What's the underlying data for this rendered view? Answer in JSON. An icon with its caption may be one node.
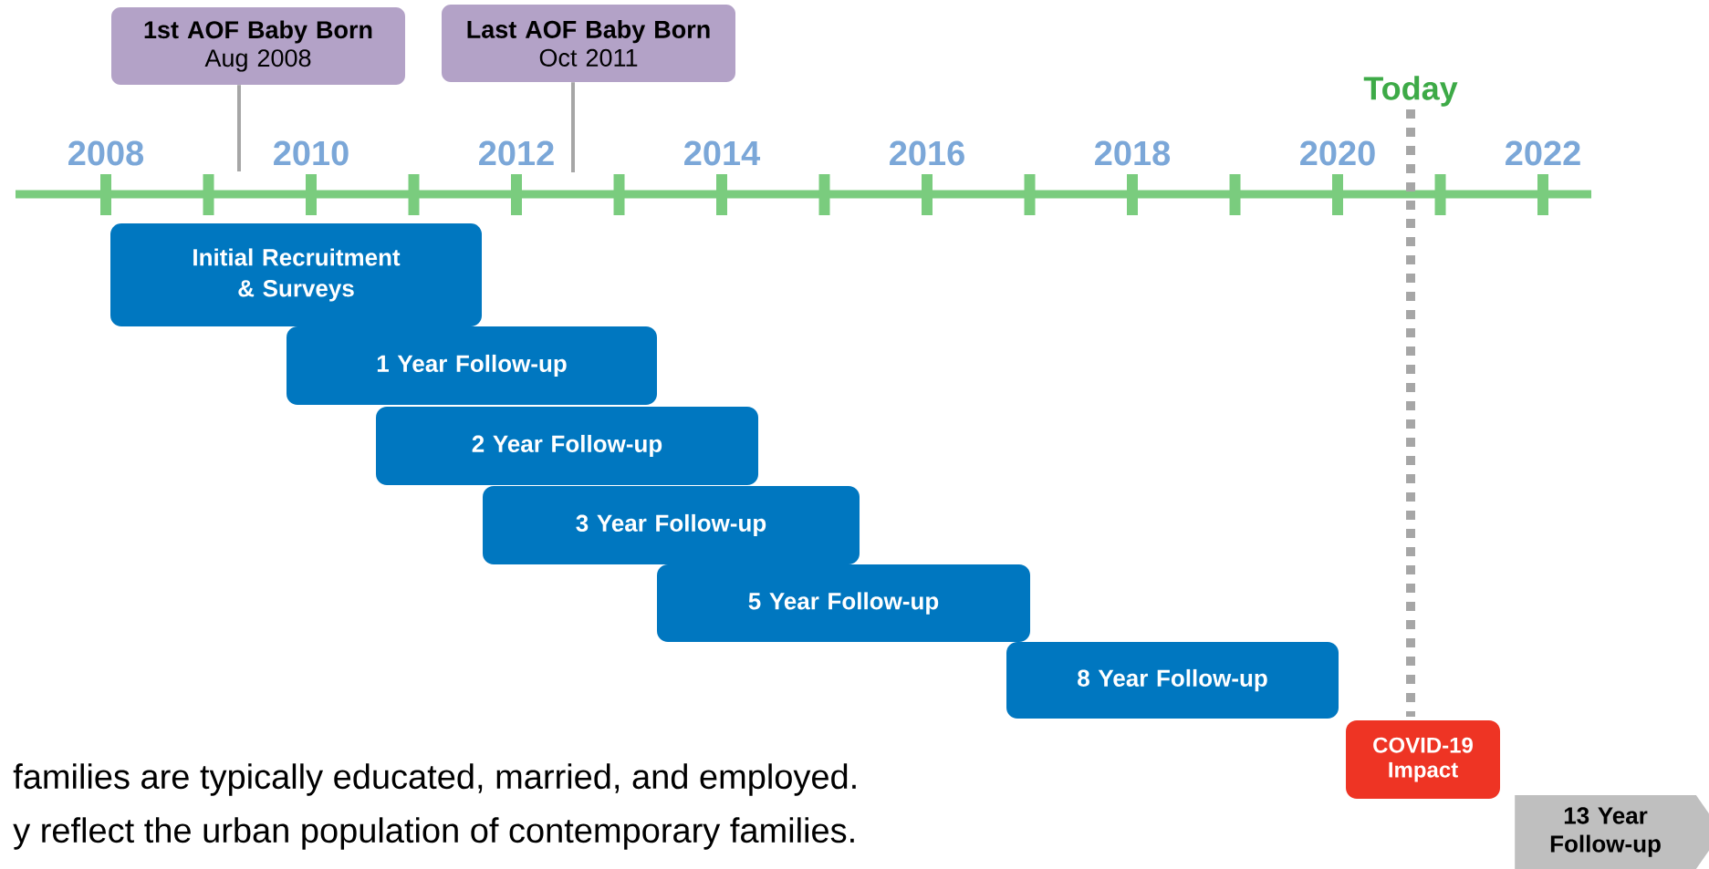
{
  "diagram": {
    "nodes": [
      {
        "text": [
          "1st AOF Baby Born",
          "Aug 2008"
        ]
      },
      {
        "text": [
          "Last AOF Baby Born",
          "Oct 2011"
        ]
      },
      {
        "text": [
          "Initial Recruitment & Surveys"
        ]
      },
      {
        "text": [
          "1 Year Follow-up"
        ]
      },
      {
        "text": [
          "2 Year Follow-up"
        ]
      },
      {
        "text": [
          "3 Year Follow-up"
        ]
      },
      {
        "text": [
          "5 Year Follow-up"
        ]
      },
      {
        "text": [
          "8 Year Follow-up"
        ]
      },
      {
        "text": [
          "COVID-19 Impact"
        ]
      },
      {
        "text": [
          "13 Year Follow-up"
        ]
      }
    ],
    "edges": [
      {
        "from": 0,
        "to": null,
        "arrow": "none"
      },
      {
        "from": 1,
        "to": null,
        "arrow": "none"
      }
    ],
    "labels": [
      "Today",
      "2008",
      "2010",
      "2012",
      "2014",
      "2016",
      "2018",
      "2020",
      "2022",
      "families are typically educated, married, and employed.",
      "y reflect the urban population of contemporary families."
    ]
  }
}
